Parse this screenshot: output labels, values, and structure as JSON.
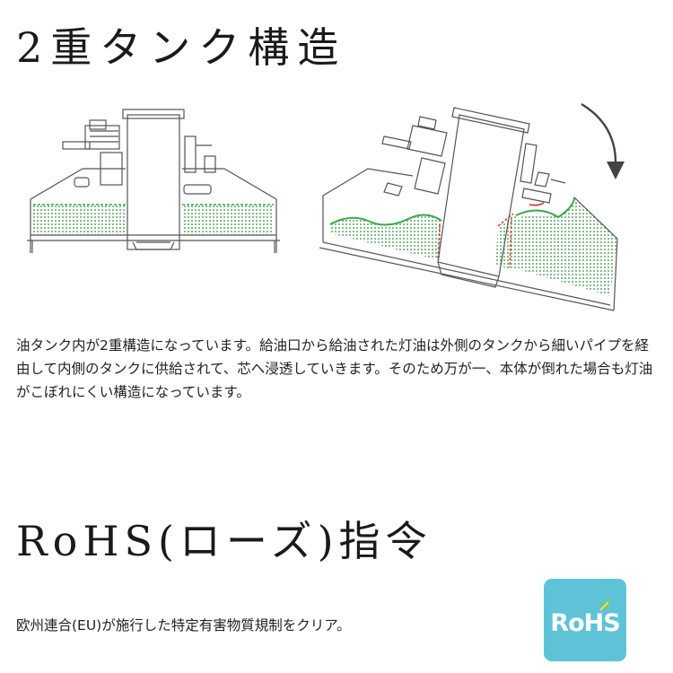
{
  "section1": {
    "title": "2重タンク構造",
    "description": "油タンク内が2重構造になっています。給油口から給油された灯油は外側のタンクから細いパイプを経由して内側のタンクに供給されて、芯へ浸透していきます。そのため万が一、本体が倒れた場合も灯油がこぼれにくい構造になっています。"
  },
  "section2": {
    "title": "RoHS(ローズ)指令",
    "description": "欧州連合(EU)が施行した特定有害物質規制をクリア。",
    "badge_text": "RoHS"
  },
  "colors": {
    "fuel_green": "#3aa84a",
    "fuel_red": "#d94040",
    "badge_bg": "#5fc3d8",
    "line": "#555555"
  },
  "icons": {
    "rotation_arrow": "curved-arrow-icon",
    "badge_leaf": "leaf-icon"
  }
}
